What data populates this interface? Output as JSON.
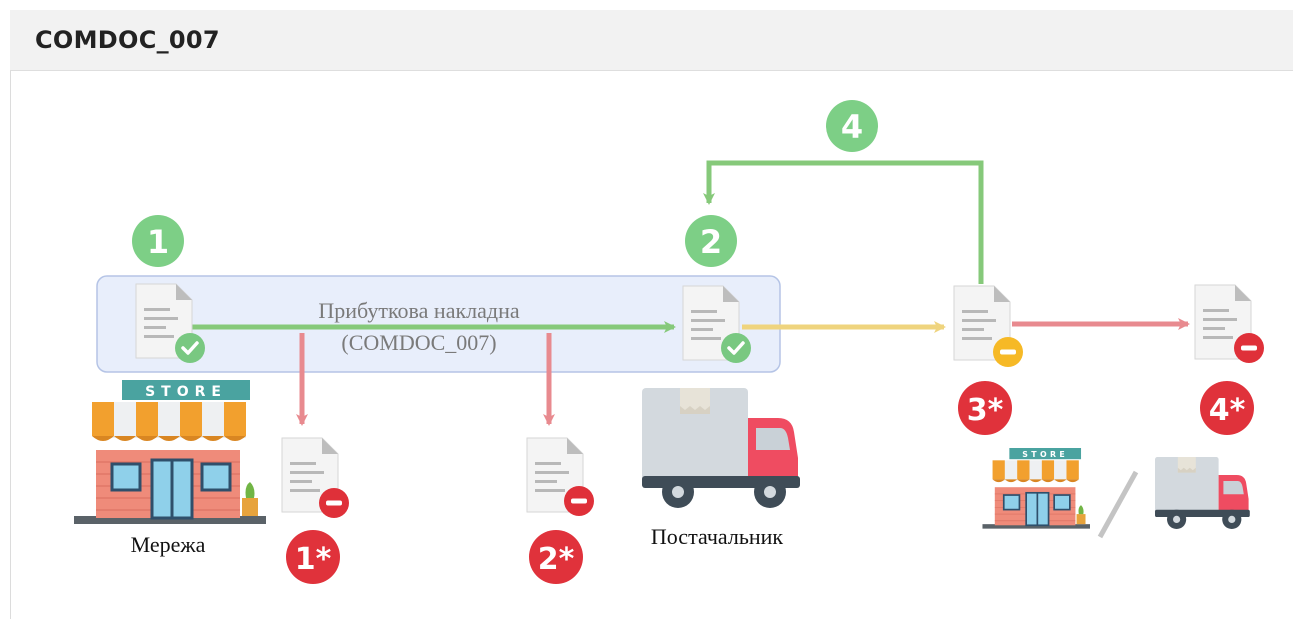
{
  "header": {
    "title": "COMDOC_007"
  },
  "diagram": {
    "document_label_line1": "Прибуткова накладна",
    "document_label_line2": "(COMDOC_007)",
    "network_label": "Мережа",
    "supplier_label": "Постачальник",
    "store_sign": "STORE",
    "badges": {
      "b1": "1",
      "b2": "2",
      "b4": "4",
      "b1s": "1*",
      "b2s": "2*",
      "b3s": "3*",
      "b4s": "4*"
    },
    "colors": {
      "green": "#7dcf86",
      "red": "#e0323b",
      "yellow": "#f5c33b",
      "arrow_green": "#86c97a",
      "arrow_red": "#e88a8f",
      "arrow_yellow": "#efd47e",
      "highlight_fill": "#e8eefb",
      "highlight_border": "#b5c4e6"
    }
  }
}
